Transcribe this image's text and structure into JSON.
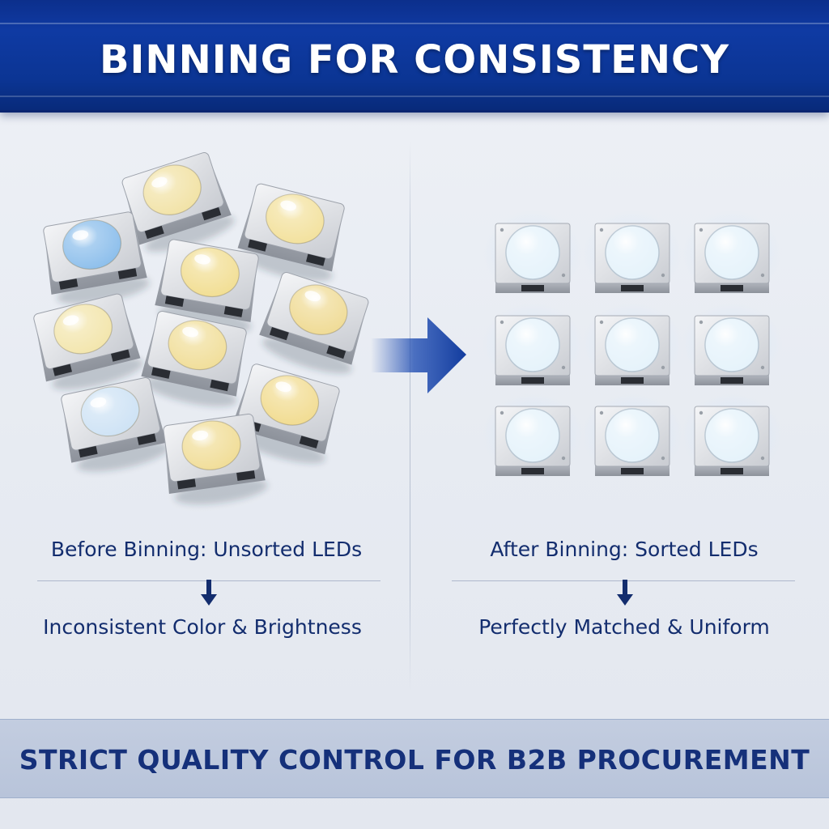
{
  "header": {
    "title": "BINNING FOR CONSISTENCY"
  },
  "left_panel": {
    "heading": "Before Binning: Unsorted LEDs",
    "result": "Inconsistent Color & Brightness",
    "led_colors": [
      "#f2e3a8",
      "#f3e2a0",
      "#8fc0ec",
      "#f2df96",
      "#f0dc98",
      "#f3e6ae",
      "#f1df9c",
      "#cfe3f5",
      "#f2dd94",
      "#f1de9a"
    ]
  },
  "right_panel": {
    "heading": "After Binning: Sorted LEDs",
    "result": "Perfectly Matched & Uniform",
    "led_color": "#e6f3fb",
    "grid": {
      "rows": 3,
      "cols": 3
    }
  },
  "footer": {
    "title": "STRICT QUALITY CONTROL FOR B2B PROCUREMENT"
  },
  "colors": {
    "banner": "#0f3aa3",
    "arrow": "#1746b0",
    "text_dark": "#132d6e"
  }
}
